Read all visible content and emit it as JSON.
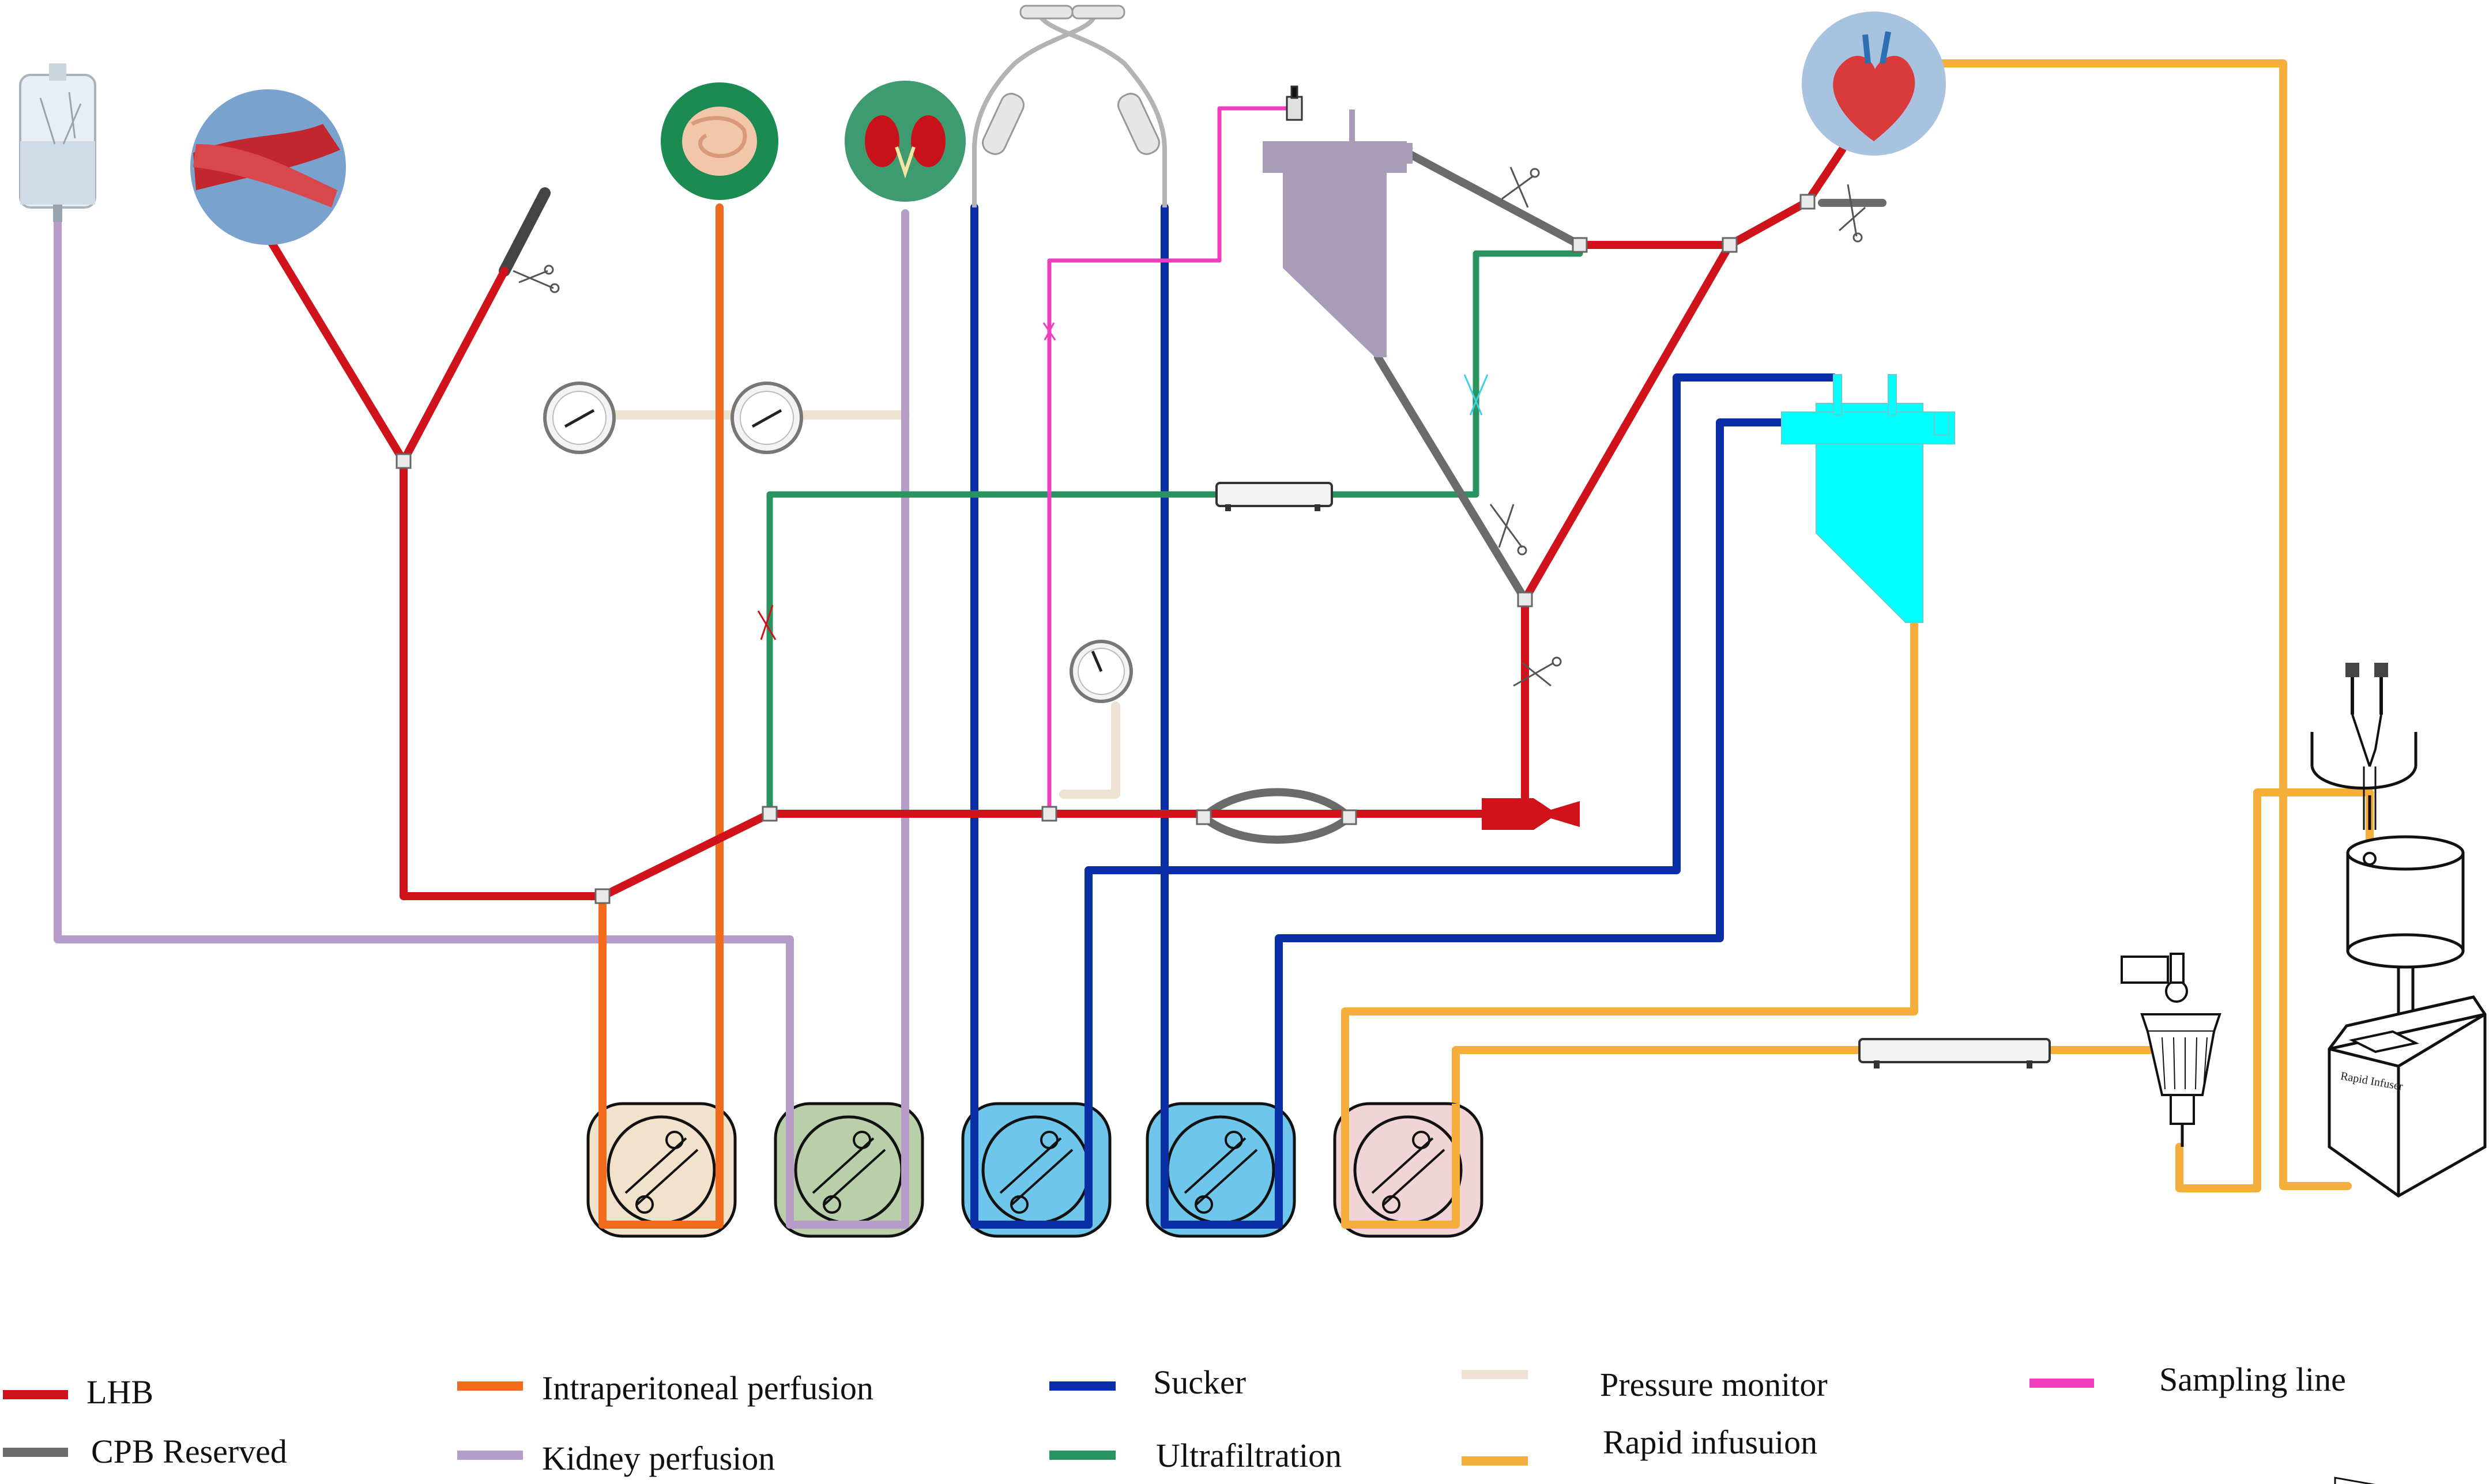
{
  "legend": [
    {
      "label": "LHB",
      "color": "#d0121b"
    },
    {
      "label": "CPB Reserved",
      "color": "#6b6b6b"
    },
    {
      "label": "Intraperitoneal  perfusion",
      "color": "#f26a1b"
    },
    {
      "label": "Kidney  perfusion",
      "color": "#b79bc9"
    },
    {
      "label": "Sucker",
      "color": "#0a2ea6"
    },
    {
      "label": "Ultrafiltration",
      "color": "#2a9460"
    },
    {
      "label": "Pressure monitor",
      "color": "#eee3d3"
    },
    {
      "label": "Rapid infusuion",
      "color": "#f5ad3c"
    },
    {
      "label": "Sampling line",
      "color": "#ef3fbe"
    }
  ],
  "device": {
    "label": "Rapid Infuser"
  },
  "icons": {
    "iv_bag": "iv-bag-icon",
    "vessel": "blood-vessel-icon",
    "intestine": "intestine-icon",
    "kidney": "kidney-icon",
    "heart": "heart-icon",
    "pump": "roller-pump-icon",
    "gauge": "pressure-gauge-icon",
    "clamp": "clamp-icon"
  },
  "pump_colors": [
    "#f2e2cc",
    "#b9cfa9",
    "#6ec6ea",
    "#6ec6ea",
    "#f1d5d6"
  ],
  "colors": {
    "reservoir_lhb": "#a89cb8",
    "reservoir_sucker": "#00ffff"
  }
}
